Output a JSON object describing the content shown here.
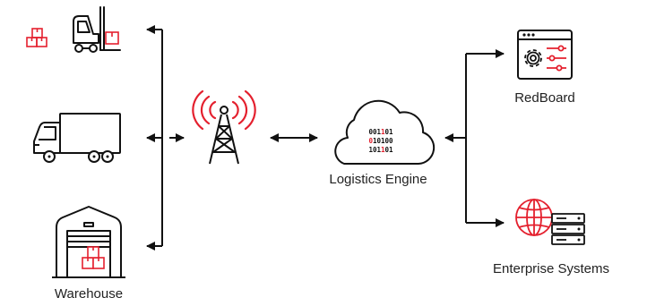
{
  "nodes": {
    "warehouse": {
      "label": "Warehouse"
    },
    "logistics_engine": {
      "label": "Logistics Engine",
      "binary_rows": [
        {
          "prefix": "001",
          "highlight": "1",
          "suffix": "01"
        },
        {
          "prefix": "",
          "highlight": "0",
          "suffix": "10100"
        },
        {
          "prefix": "101",
          "highlight": "1",
          "suffix": "01"
        }
      ]
    },
    "redboard": {
      "label": "RedBoard"
    },
    "enterprise_systems": {
      "label": "Enterprise Systems"
    }
  },
  "colors": {
    "ink": "#111111",
    "accent": "#e4202e",
    "text": "#222222"
  },
  "icons": [
    "boxes-icon",
    "forklift-icon",
    "truck-icon",
    "warehouse-icon",
    "cell-tower-icon",
    "cloud-icon",
    "dashboard-icon",
    "globe-icon",
    "server-icon"
  ]
}
